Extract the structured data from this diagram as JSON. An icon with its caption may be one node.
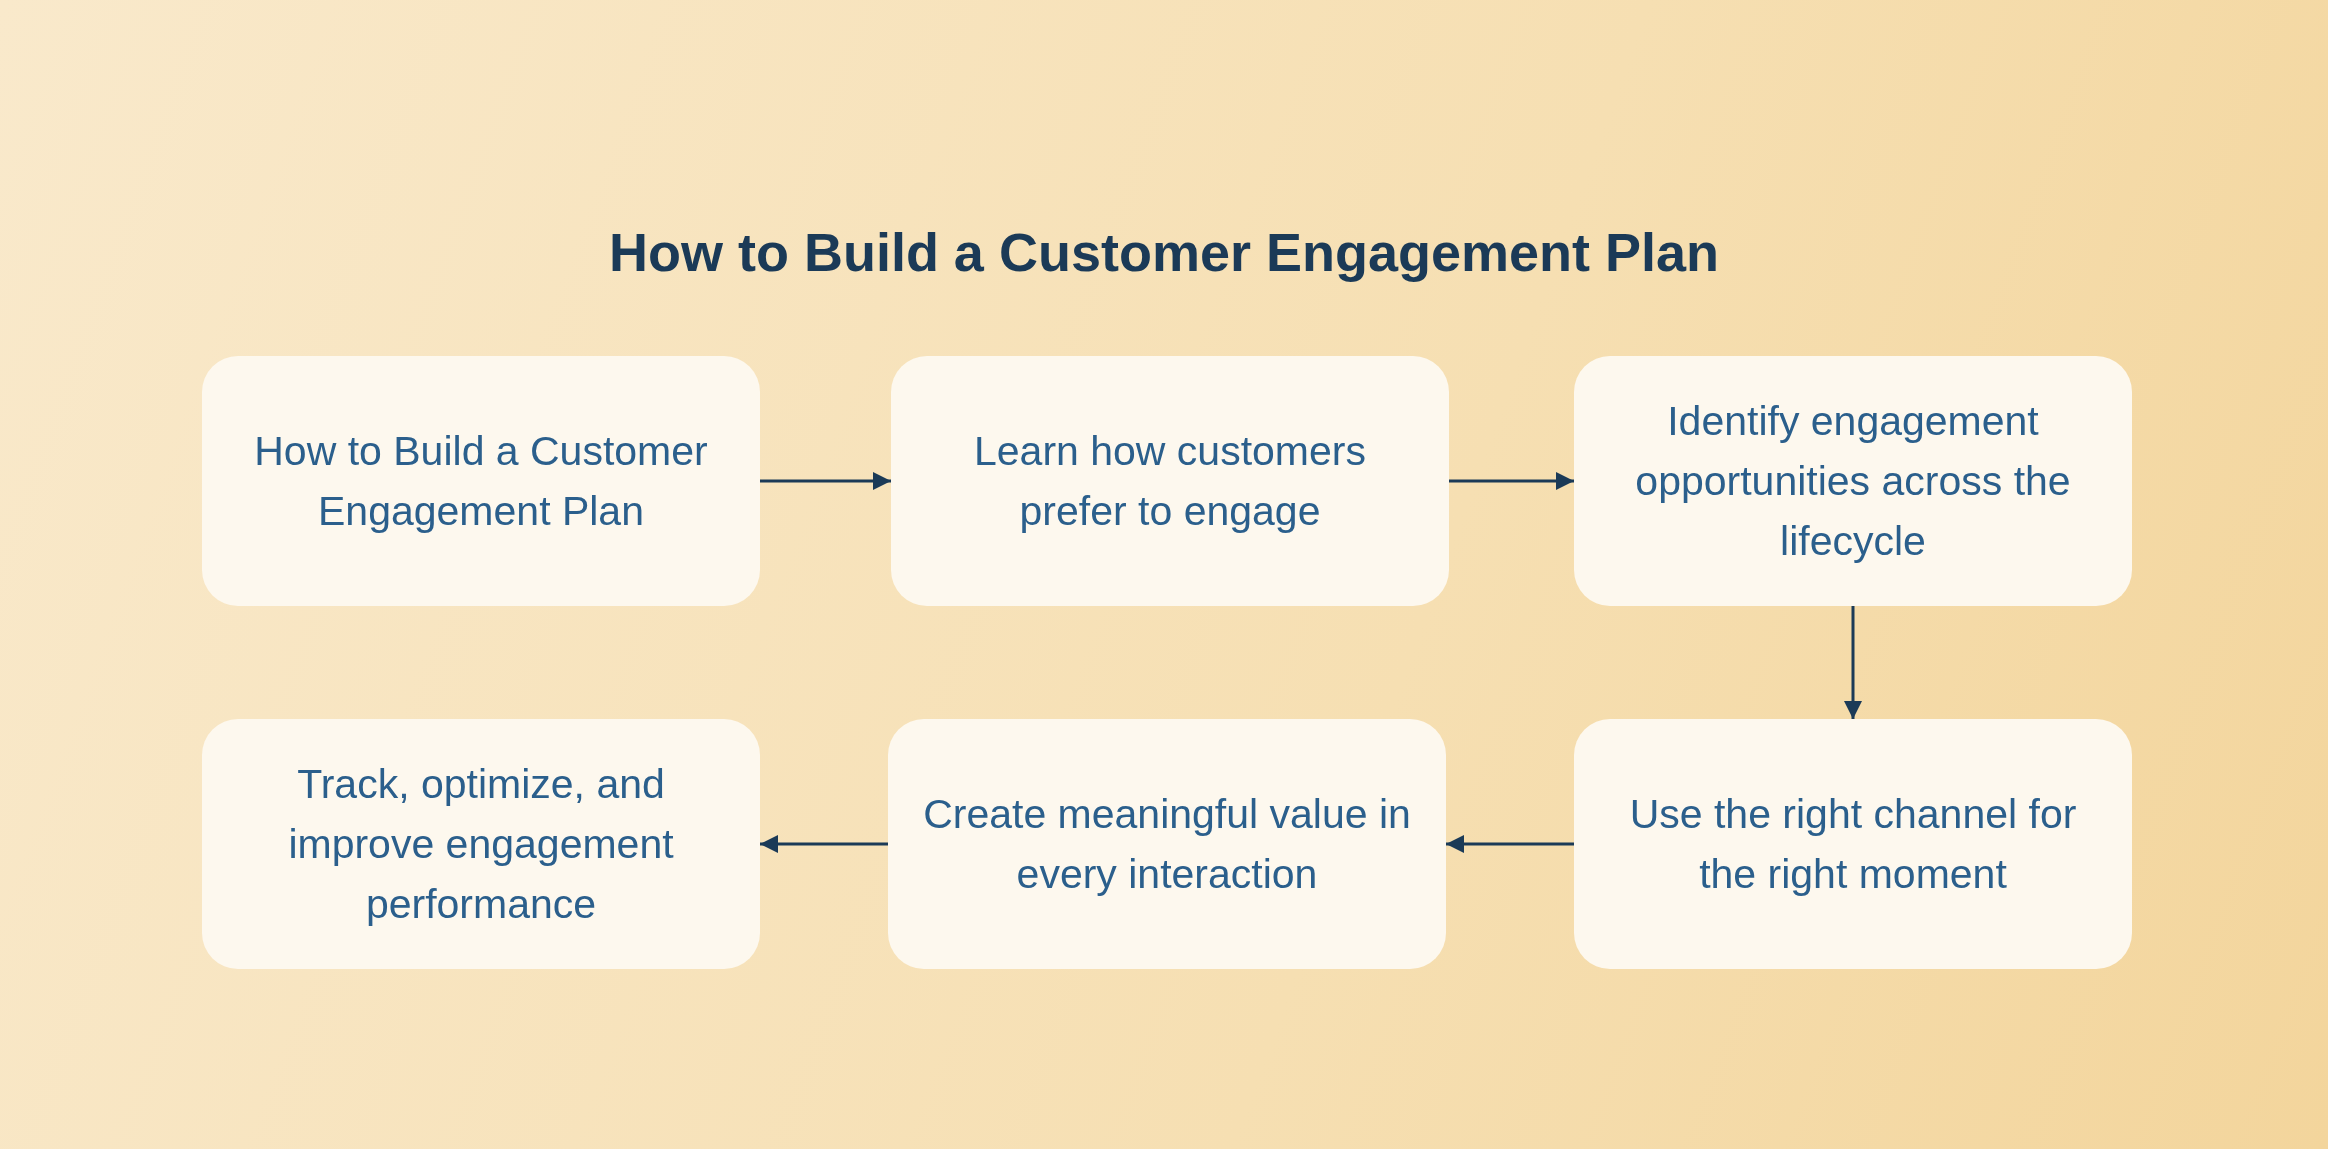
{
  "diagram": {
    "title": "How to Build a Customer Engagement Plan",
    "nodes": [
      {
        "text": [
          "How to Build a Customer Engagement Plan"
        ]
      },
      {
        "text": [
          "Learn how customers prefer to engage"
        ]
      },
      {
        "text": [
          "Identify engagement opportunities across the lifecycle"
        ]
      },
      {
        "text": [
          "Track, optimize, and improve engagement performance"
        ]
      },
      {
        "text": [
          "Create meaningful value in every interaction"
        ]
      },
      {
        "text": [
          "Use the right channel for the right moment"
        ]
      }
    ],
    "edges": [
      {
        "from": 0,
        "to": 1,
        "arrow": "to"
      },
      {
        "from": 1,
        "to": 2,
        "arrow": "to"
      },
      {
        "from": 2,
        "to": 5,
        "arrow": "to"
      },
      {
        "from": 5,
        "to": 4,
        "arrow": "to"
      },
      {
        "from": 4,
        "to": 3,
        "arrow": "to"
      }
    ]
  }
}
